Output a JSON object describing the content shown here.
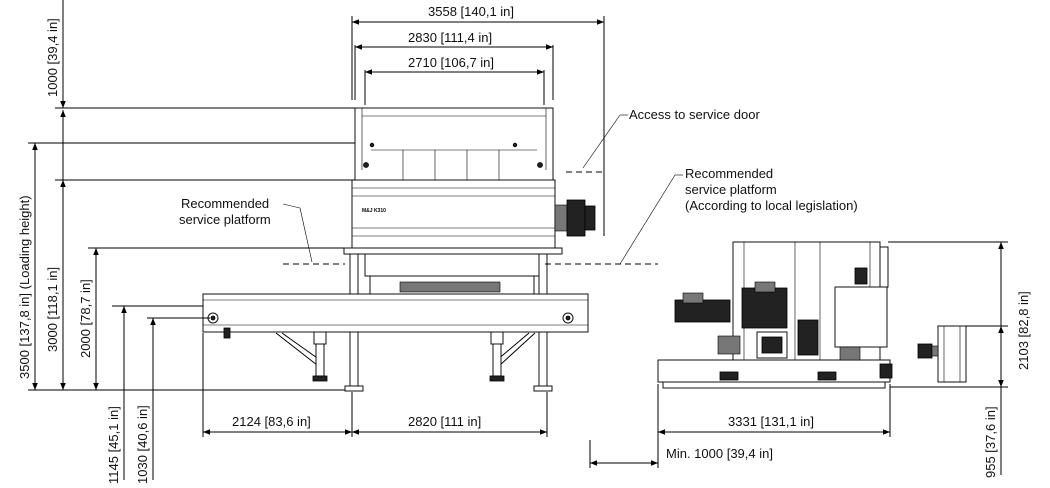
{
  "dimensions": {
    "overall_width": "3558 [140,1 in]",
    "frame_width": "2830 [111,4 in]",
    "inner_width": "2710 [106,7 in]",
    "top_clearance": "1000 [39,4 in]",
    "loading_height": "3500 [137,8 in] (Loading height)",
    "height_3000": "3000 [118,1 in]",
    "height_2000": "2000 [78,7 in]",
    "height_1145": "1145 [45,1 in]",
    "height_1030": "1030 [40,6 in]",
    "conveyor_length": "2124 [83,6 in]",
    "leg_span": "2820 [111 in]",
    "min_service": "Min. 1000 [39,4 in]",
    "side_length": "3331 [131,1 in]",
    "side_height": "2103 [82,8 in]",
    "end_height": "955 [37,6 in]"
  },
  "labels": {
    "access_door": "Access to service door",
    "platform_left_1": "Recommended",
    "platform_left_2": "service platform",
    "platform_right_1": "Recommended",
    "platform_right_2": "service platform",
    "platform_right_3": "(According to local legislation)",
    "model_plate": "M&J K310"
  }
}
